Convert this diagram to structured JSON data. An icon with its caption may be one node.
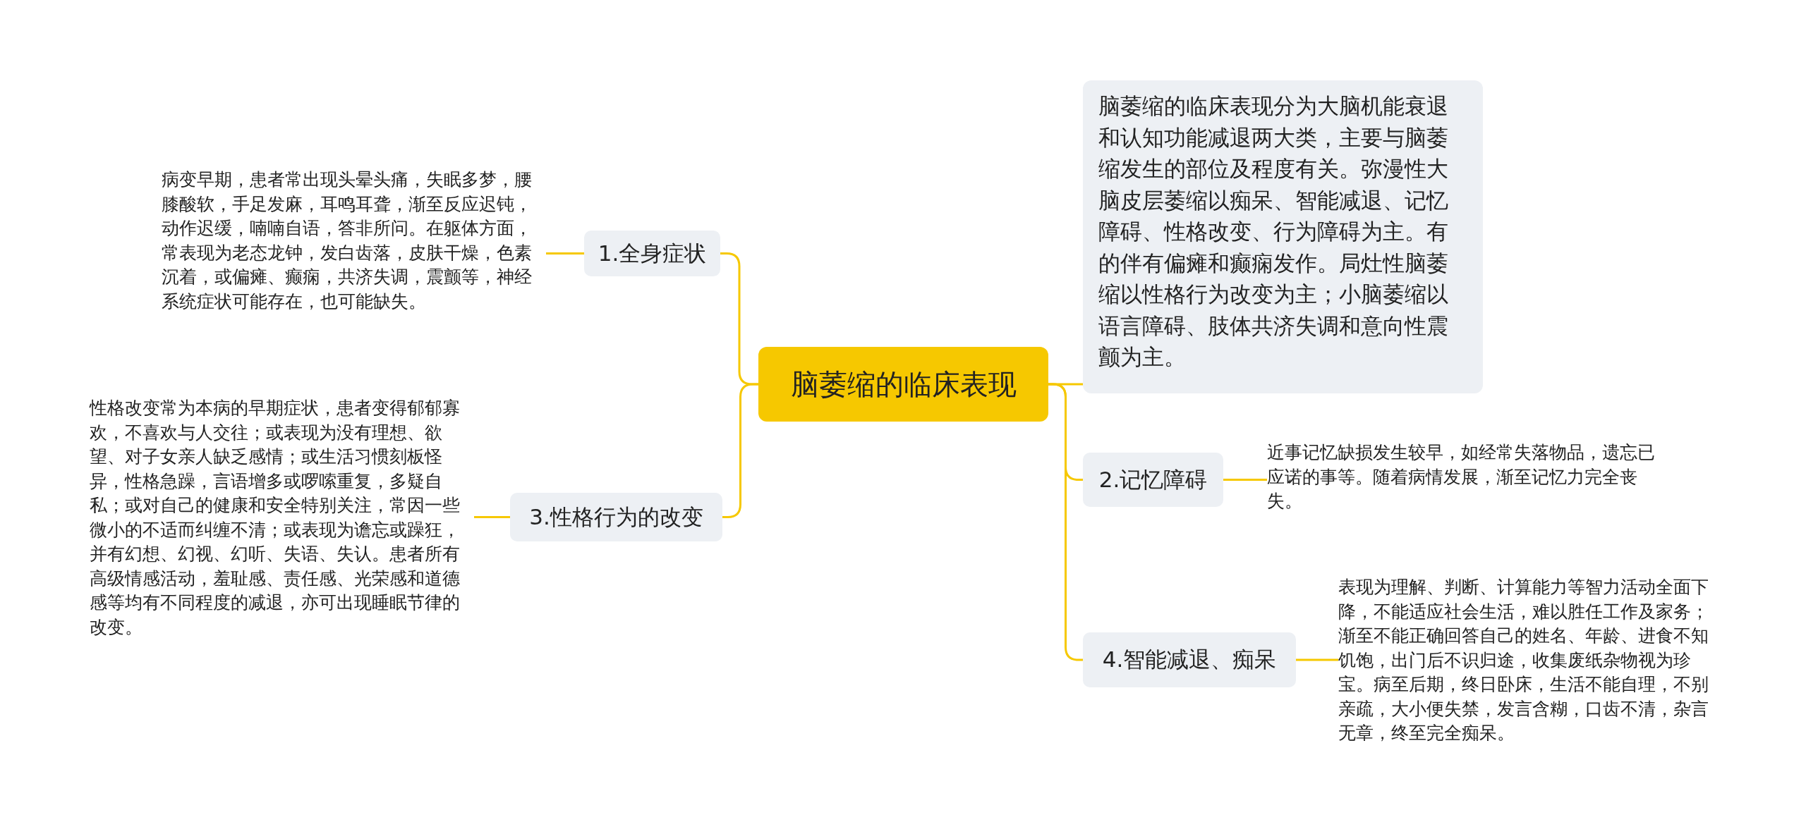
{
  "diagram": {
    "nodes": [
      {
        "text": [
          "脑萎缩的临床表现"
        ]
      },
      {
        "text": [
          "脑萎缩的临床表现分为大脑机能衰退和认知功能减退两大类，主要与脑萎缩发生的部位及程度有关。弥漫性大脑皮层萎缩以痴呆、智能减退、记忆障碍、性格改变、行为障碍为主。有的伴有偏瘫和癫痫发作。局灶性脑萎缩以性格行为改变为主；小脑萎缩以语言障碍、肢体共济失调和意向性震颤为主。"
        ]
      },
      {
        "text": [
          "2.记忆障碍"
        ]
      },
      {
        "text": [
          "近事记忆缺损发生较早，如经常失落物品，遗忘已应诺的事等。随着病情发展，渐至记忆力完全丧失。"
        ]
      },
      {
        "text": [
          "4.智能减退、痴呆"
        ]
      },
      {
        "text": [
          "表现为理解、判断、计算能力等智力活动全面下降，不能适应社会生活，难以胜任工作及家务；渐至不能正确回答自己的姓名、年龄、进食不知饥饱，出门后不识归途，收集废纸杂物视为珍宝。病至后期，终日卧床，生活不能自理，不别亲疏，大小便失禁，发言含糊，口齿不清，杂言无章，终至完全痴呆。"
        ]
      },
      {
        "text": [
          "1.全身症状"
        ]
      },
      {
        "text": [
          "病变早期，患者常出现头晕头痛，失眠多梦，腰膝酸软，手足发麻，耳鸣耳聋，渐至反应迟钝，动作迟缓，喃喃自语，答非所问。在躯体方面，常表现为老态龙钟，发白齿落，皮肤干燥，色素沉着，或偏瘫、癫痫，共济失调，震颤等，神经系统症状可能存在，也可能缺失。"
        ]
      },
      {
        "text": [
          "3.性格行为的改变"
        ]
      },
      {
        "text": [
          "性格改变常为本病的早期症状，患者变得郁郁寡欢，不喜欢与人交往；或表现为没有理想、欲望、对子女亲人缺乏感情；或生活习惯刻板怪异，性格急躁，言语增多或啰嗦重复，多疑自私；或对自己的健康和安全特别关注，常因一些微小的不适而纠缠不清；或表现为谵忘或躁狂，并有幻想、幻视、幻听、失语、失认。患者所有高级情感活动，羞耻感、责任感、光荣感和道德感等均有不同程度的减退，亦可出现睡眠节律的改变。"
        ]
      }
    ],
    "edges": [
      {
        "from": 0,
        "to": 1,
        "arrow": "none"
      },
      {
        "from": 0,
        "to": 2,
        "arrow": "none"
      },
      {
        "from": 2,
        "to": 3,
        "arrow": "none"
      },
      {
        "from": 0,
        "to": 4,
        "arrow": "none"
      },
      {
        "from": 4,
        "to": 5,
        "arrow": "none"
      },
      {
        "from": 0,
        "to": 6,
        "arrow": "none"
      },
      {
        "from": 6,
        "to": 7,
        "arrow": "none"
      },
      {
        "from": 0,
        "to": 8,
        "arrow": "none"
      },
      {
        "from": 8,
        "to": 9,
        "arrow": "none"
      }
    ]
  }
}
